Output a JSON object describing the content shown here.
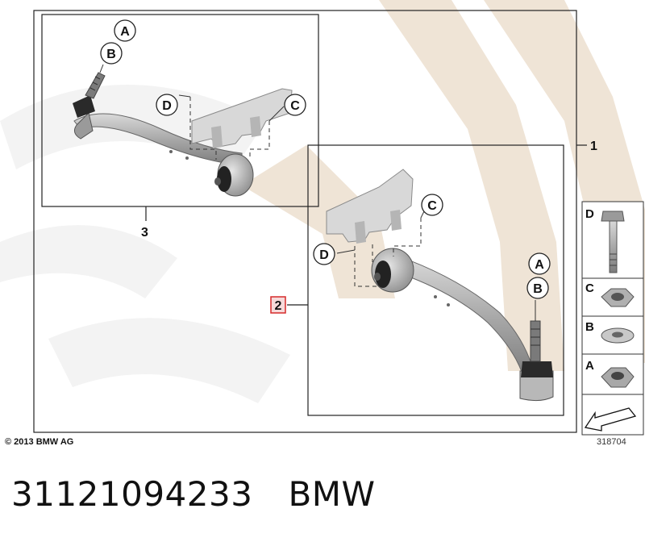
{
  "callouts": {
    "part_1": "1",
    "part_2": "2",
    "part_3": "3",
    "A": "A",
    "B": "B",
    "C": "C",
    "D": "D"
  },
  "side_panel": {
    "rows": [
      {
        "letter": "D",
        "icon": "bolt-icon"
      },
      {
        "letter": "C",
        "icon": "locknut-icon"
      },
      {
        "letter": "B",
        "icon": "washer-icon"
      },
      {
        "letter": "A",
        "icon": "hex-nut-icon"
      }
    ]
  },
  "copyright": "© 2013 BMW AG",
  "diagram_number": "318704",
  "part_number": "31121094233",
  "brand": "BMW",
  "colors": {
    "highlight_red": "#d62b2b",
    "watermark": "#efe4d6",
    "frame": "#222222",
    "part_gray": "#a9a9a9"
  }
}
